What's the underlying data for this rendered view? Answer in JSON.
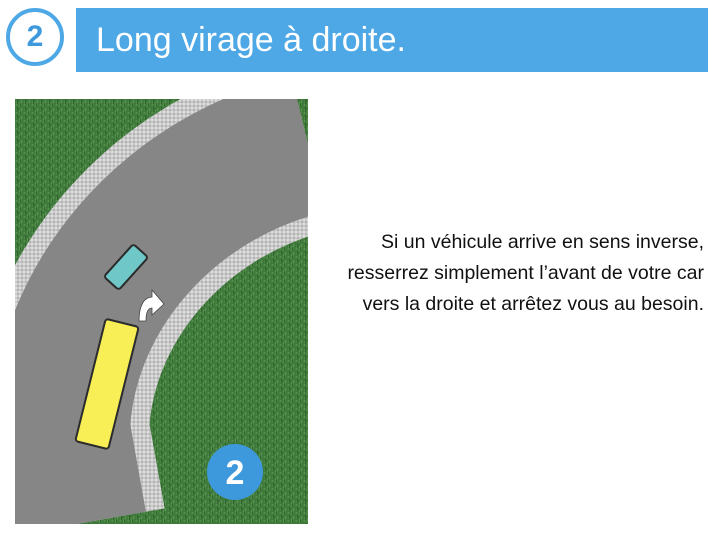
{
  "slide": {
    "step_number": "2",
    "title": "Long virage à droite.",
    "description": "Si un véhicule arrive en sens inverse, resserrez simplement l’avant de votre car vers la droite et arrêtez vous au besoin."
  },
  "illustration": {
    "badge_number": "2",
    "colors": {
      "grass": "#3f7a3c",
      "road": "#868686",
      "verge": "#c9c9c9",
      "bus": "#f7ef55",
      "oncoming_car": "#6fc7c8",
      "badge": "#3d99dc",
      "arrow": "#ffffff"
    },
    "icons": [
      "turn-right-arrow-icon"
    ]
  }
}
